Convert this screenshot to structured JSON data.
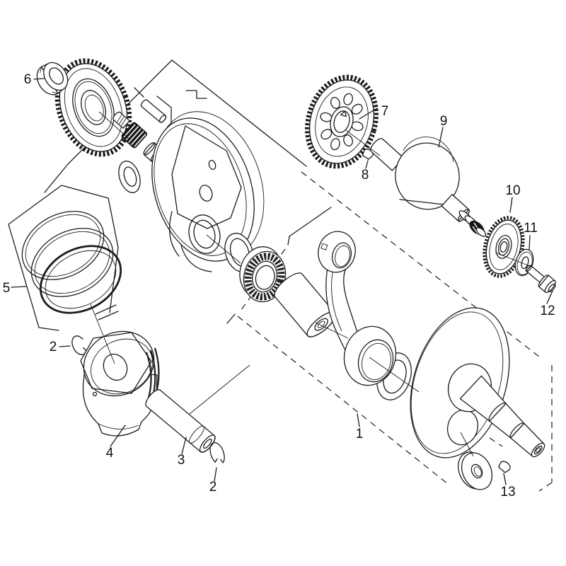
{
  "figure": {
    "background_color": "#ffffff",
    "line_color": "#1c1c1c"
  },
  "callouts": [
    {
      "label": "1"
    },
    {
      "label": "2"
    },
    {
      "label": "2"
    },
    {
      "label": "3"
    },
    {
      "label": "4"
    },
    {
      "label": "5"
    },
    {
      "label": "6"
    },
    {
      "label": "7"
    },
    {
      "label": "8"
    },
    {
      "label": "9"
    },
    {
      "label": "10"
    },
    {
      "label": "11"
    },
    {
      "label": "12"
    },
    {
      "label": "13"
    }
  ]
}
